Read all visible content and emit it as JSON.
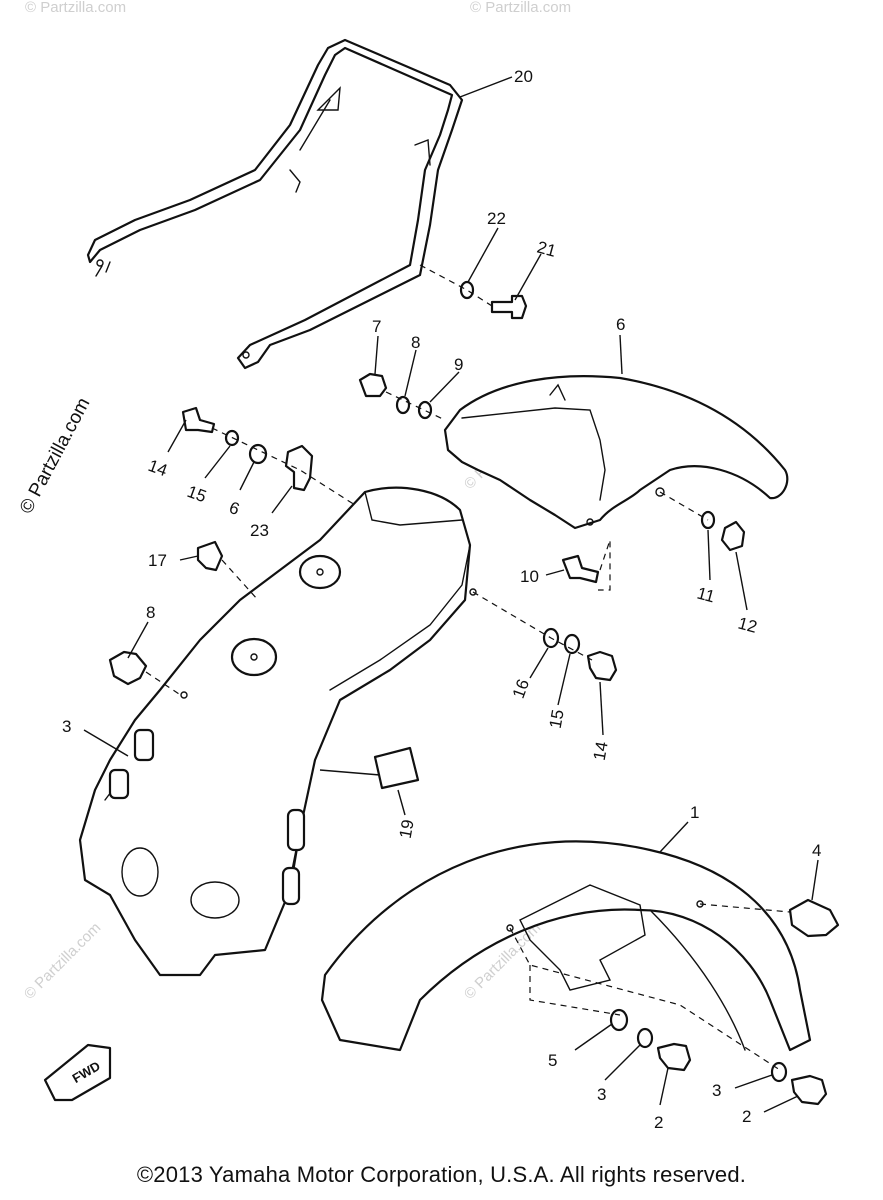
{
  "watermark": {
    "side_text": "© Partzilla.com",
    "faint_text": "© Partzilla.com"
  },
  "fwd_label": "FWD",
  "copyright": "©2013 Yamaha Motor Corporation, U.S.A. All rights reserved.",
  "callouts": [
    {
      "id": "c20",
      "text": "20"
    },
    {
      "id": "c22",
      "text": "22"
    },
    {
      "id": "c21",
      "text": "21"
    },
    {
      "id": "c7",
      "text": "7"
    },
    {
      "id": "c8a",
      "text": "8"
    },
    {
      "id": "c9",
      "text": "9"
    },
    {
      "id": "c6a",
      "text": "6"
    },
    {
      "id": "c14a",
      "text": "14"
    },
    {
      "id": "c15a",
      "text": "15"
    },
    {
      "id": "c6b",
      "text": "6"
    },
    {
      "id": "c23",
      "text": "23"
    },
    {
      "id": "c17",
      "text": "17"
    },
    {
      "id": "c10",
      "text": "10"
    },
    {
      "id": "c11",
      "text": "11"
    },
    {
      "id": "c12",
      "text": "12"
    },
    {
      "id": "c8b",
      "text": "8"
    },
    {
      "id": "c16",
      "text": "16"
    },
    {
      "id": "c15b",
      "text": "15"
    },
    {
      "id": "c14b",
      "text": "14"
    },
    {
      "id": "c3a",
      "text": "3"
    },
    {
      "id": "c19",
      "text": "19"
    },
    {
      "id": "c1",
      "text": "1"
    },
    {
      "id": "c4",
      "text": "4"
    },
    {
      "id": "c5",
      "text": "5"
    },
    {
      "id": "c3b",
      "text": "3"
    },
    {
      "id": "c2a",
      "text": "2"
    },
    {
      "id": "c3c",
      "text": "3"
    },
    {
      "id": "c2b",
      "text": "2"
    }
  ]
}
